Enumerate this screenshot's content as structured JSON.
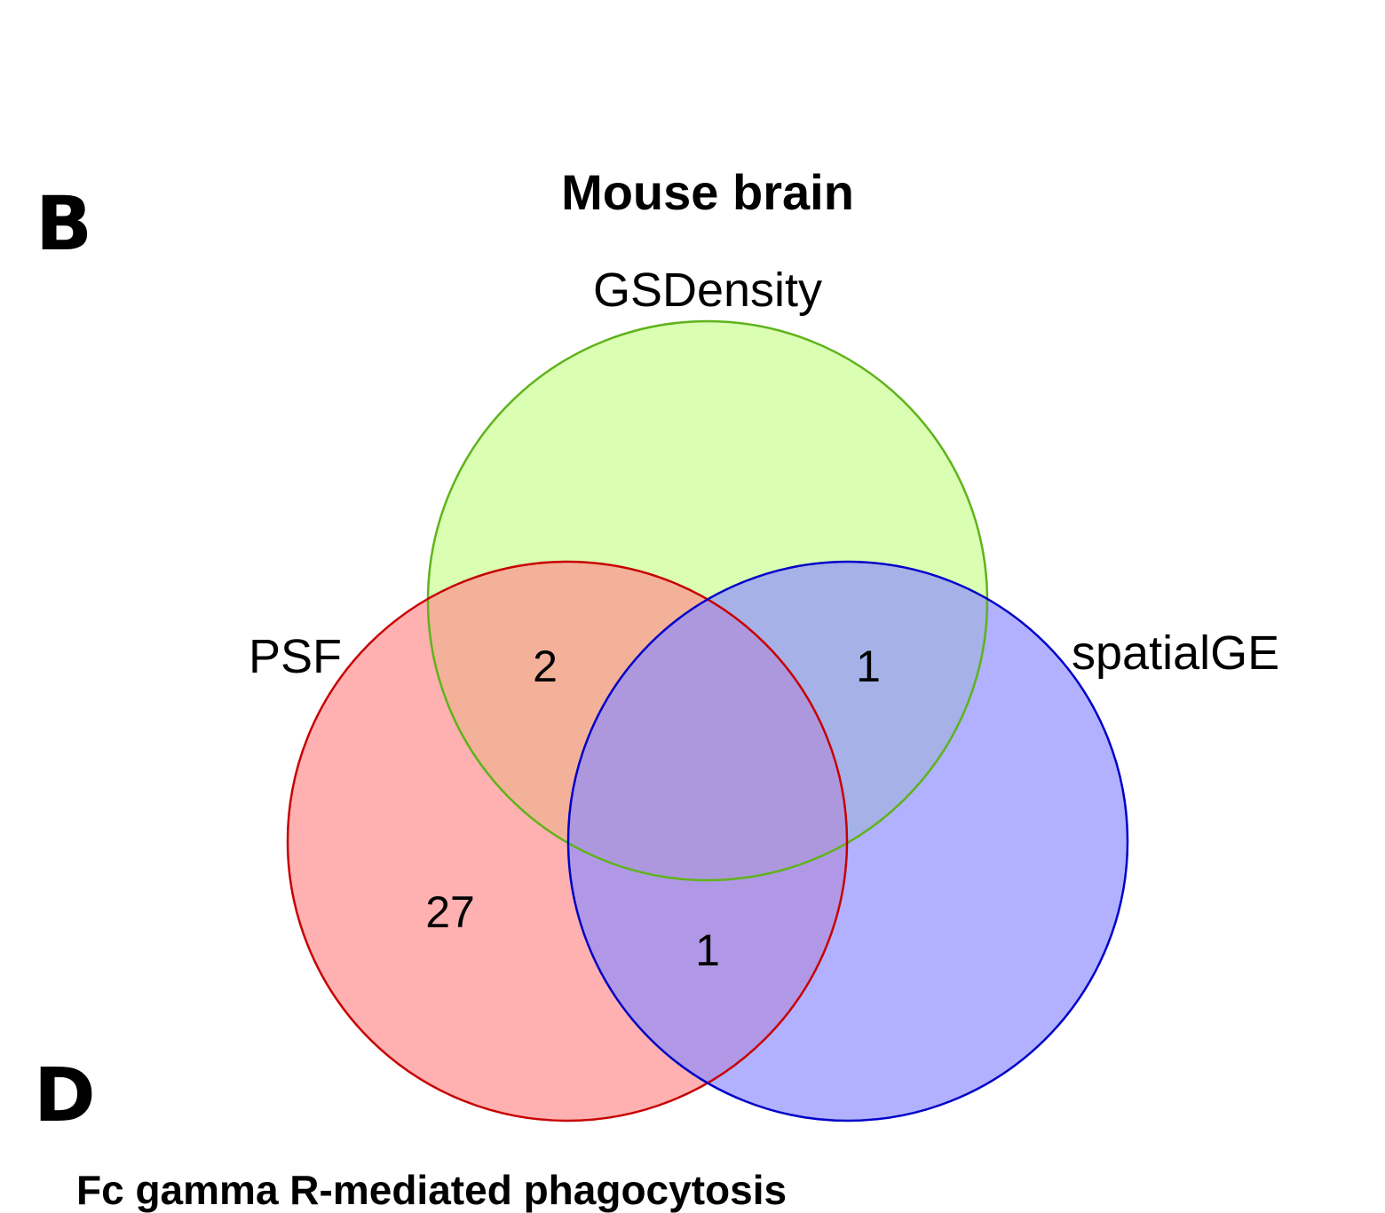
{
  "panels": {
    "b_letter": "B",
    "d_letter": "D",
    "next_panel_title": "Fc gamma R-mediated phagocytosis"
  },
  "chart_data": {
    "type": "venn",
    "title": "Mouse brain",
    "sets": [
      {
        "name": "GSDensity",
        "fill": "#c8ff8f",
        "stroke": "#5fb31a"
      },
      {
        "name": "PSF",
        "fill": "#ff8c8c",
        "stroke": "#c80000"
      },
      {
        "name": "spatialGE",
        "fill": "#8c8cff",
        "stroke": "#0000c8"
      }
    ],
    "regions": [
      {
        "sets": [
          "PSF"
        ],
        "label": "27"
      },
      {
        "sets": [
          "GSDensity"
        ],
        "label": ""
      },
      {
        "sets": [
          "spatialGE"
        ],
        "label": ""
      },
      {
        "sets": [
          "PSF",
          "GSDensity"
        ],
        "label": "2"
      },
      {
        "sets": [
          "GSDensity",
          "spatialGE"
        ],
        "label": "1"
      },
      {
        "sets": [
          "PSF",
          "spatialGE"
        ],
        "label": "1"
      },
      {
        "sets": [
          "PSF",
          "GSDensity",
          "spatialGE"
        ],
        "label": ""
      }
    ]
  }
}
